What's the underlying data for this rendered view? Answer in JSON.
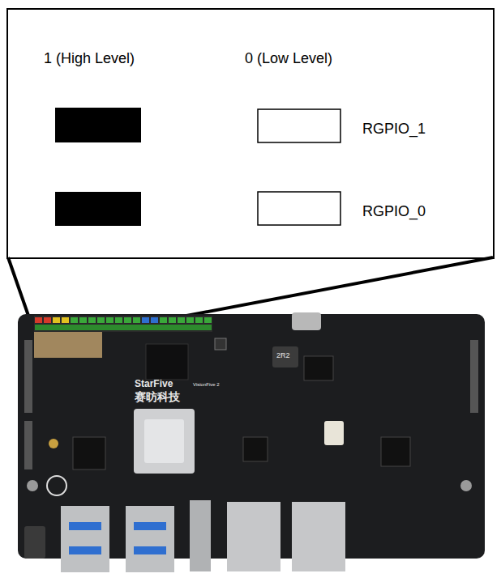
{
  "diagram": {
    "nodes": [
      {
        "text": [
          "1 (High Level)",
          "0 (Low Level)",
          "RGPIO_1",
          "RGPIO_0"
        ]
      }
    ],
    "labels": [
      "StarFive",
      "赛昉科技",
      "VisionFive 2",
      "2R2"
    ]
  }
}
